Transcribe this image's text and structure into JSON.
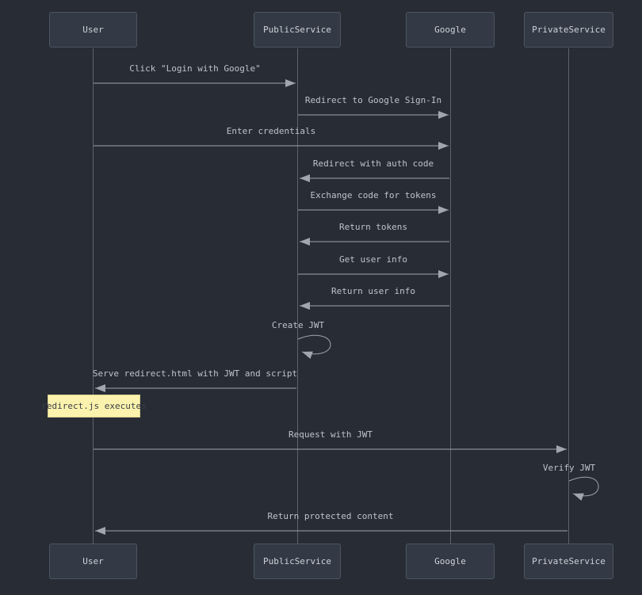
{
  "diagram": {
    "type": "sequence-diagram",
    "theme": {
      "bg": "#282c34",
      "box-fill": "#333a45",
      "box-border": "#4d5562",
      "text": "#cdd2d9",
      "msg-text": "#bec3cb",
      "line": "#a0a6ae",
      "lifeline": "#5c6370",
      "note-bg": "#fbf3ad",
      "note-border": "#d9cd8c",
      "note-text": "#3a3f48"
    },
    "actors": [
      {
        "name": "User"
      },
      {
        "name": "PublicService"
      },
      {
        "name": "Google"
      },
      {
        "name": "PrivateService"
      }
    ],
    "messages": [
      {
        "from": "User",
        "to": "PublicService",
        "text": "Click \"Login with Google\""
      },
      {
        "from": "PublicService",
        "to": "Google",
        "text": "Redirect to Google Sign-In"
      },
      {
        "from": "User",
        "to": "Google",
        "text": "Enter credentials"
      },
      {
        "from": "Google",
        "to": "PublicService",
        "text": "Redirect with auth code"
      },
      {
        "from": "PublicService",
        "to": "Google",
        "text": "Exchange code for tokens"
      },
      {
        "from": "Google",
        "to": "PublicService",
        "text": "Return tokens"
      },
      {
        "from": "PublicService",
        "to": "Google",
        "text": "Get user info"
      },
      {
        "from": "Google",
        "to": "PublicService",
        "text": "Return user info"
      },
      {
        "from": "PublicService",
        "to": "PublicService",
        "text": "Create JWT",
        "self_loop": true
      },
      {
        "from": "PublicService",
        "to": "User",
        "text": "Serve redirect.html with JWT and script"
      },
      {
        "from": "User",
        "to": "PrivateService",
        "text": "Request with JWT"
      },
      {
        "from": "PrivateService",
        "to": "PrivateService",
        "text": "Verify JWT",
        "self_loop": true
      },
      {
        "from": "PrivateService",
        "to": "User",
        "text": "Return protected content"
      }
    ],
    "note": {
      "over": "User",
      "text": "redirect.js executes"
    }
  }
}
